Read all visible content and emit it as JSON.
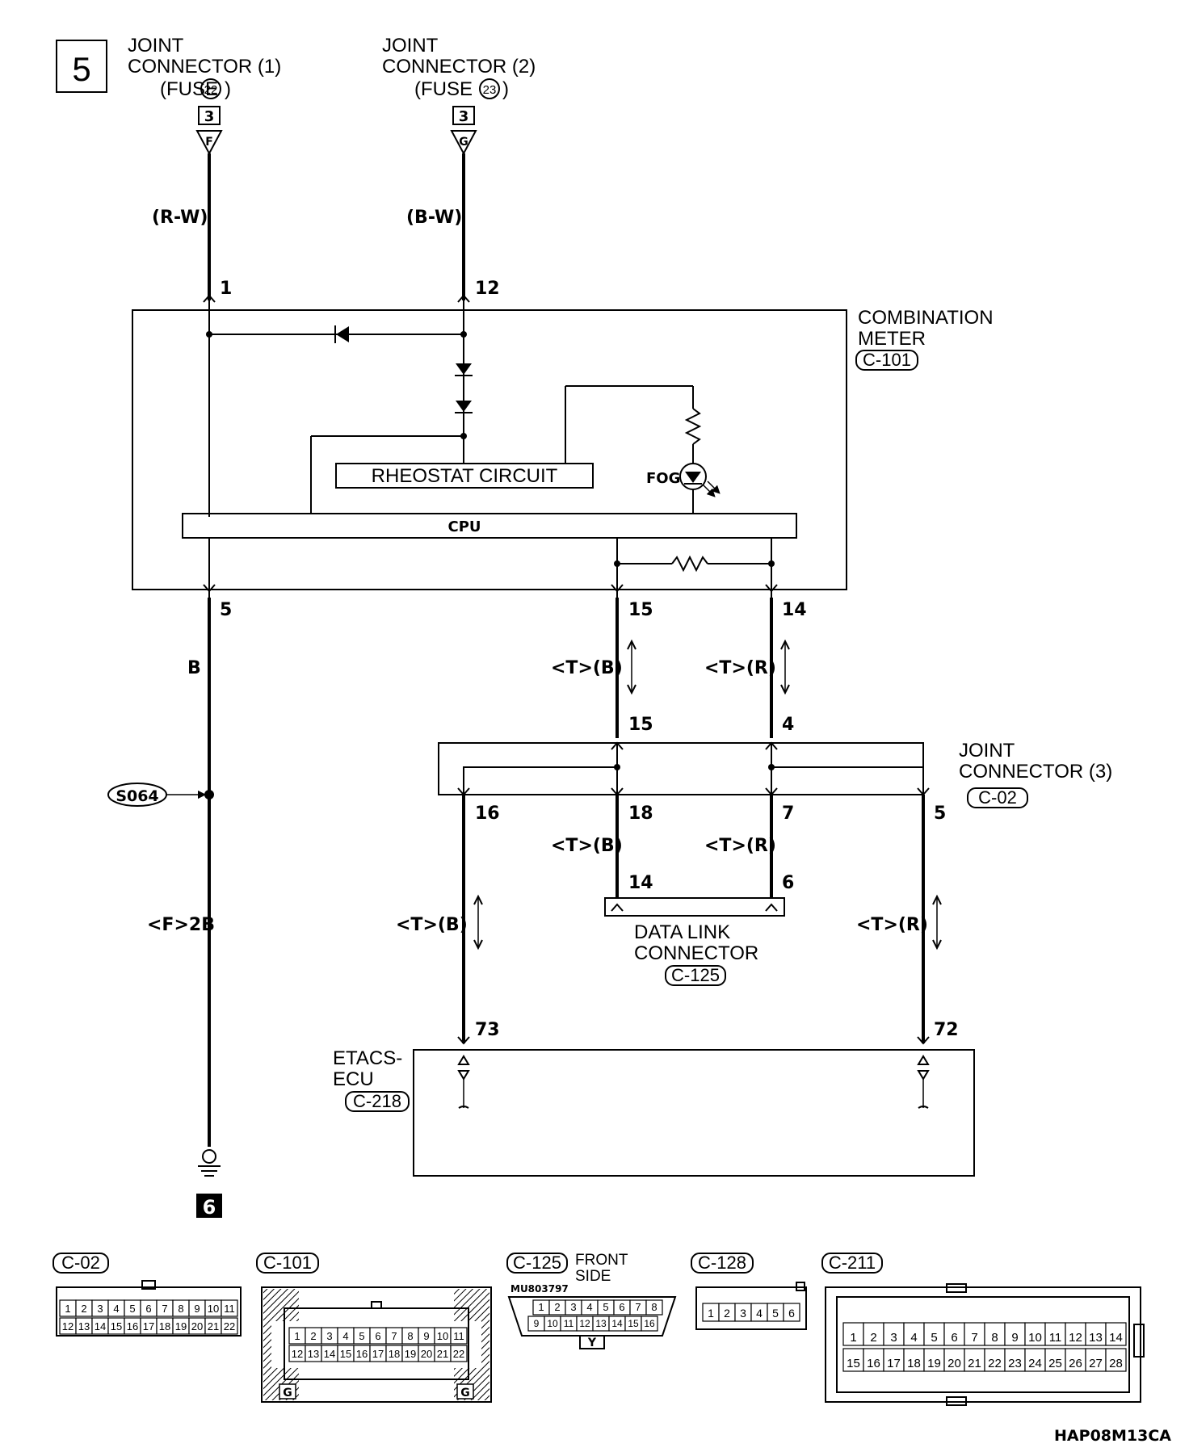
{
  "page": {
    "number": "5",
    "continuation": "6",
    "code": "HAP08M13CA"
  },
  "sources": {
    "jc1": {
      "line1": "JOINT",
      "line2": "CONNECTOR (1)",
      "line3": "(FUSE",
      "fuse": "22",
      "pin": "3",
      "term": "F",
      "wire": "(R-W)"
    },
    "jc2": {
      "line1": "JOINT",
      "line2": "CONNECTOR (2)",
      "line3": "(FUSE",
      "fuse": "23",
      "pin": "3",
      "term": "G",
      "wire": "(B-W)"
    }
  },
  "meter": {
    "line1": "COMBINATION",
    "line2": "METER",
    "id": "C-101",
    "rheostat": "RHEOSTAT CIRCUIT",
    "fog": "FOG",
    "cpu": "CPU",
    "pins": {
      "p1": "1",
      "p12": "12",
      "p5": "5",
      "p15": "15",
      "p14": "14"
    }
  },
  "ground_wire": {
    "color": "B",
    "splice": "S064",
    "wire2": "<F>2B"
  },
  "jc3": {
    "line1": "JOINT",
    "line2": "CONNECTOR (3)",
    "id": "C-02",
    "pins": {
      "in15": "15",
      "in4": "4",
      "o16": "16",
      "o18": "18",
      "o7": "7",
      "o5": "5"
    }
  },
  "wires": {
    "tb": "<T>(B)",
    "tr": "<T>(R)"
  },
  "dlc": {
    "line1": "DATA LINK",
    "line2": "CONNECTOR",
    "id": "C-125",
    "p14": "14",
    "p6": "6"
  },
  "etacs": {
    "line1": "ETACS-",
    "line2": "ECU",
    "id": "C-218",
    "p73": "73",
    "p72": "72"
  },
  "connectors": {
    "c02": {
      "label": "C-02",
      "row1": [
        "1",
        "2",
        "3",
        "4",
        "5",
        "6",
        "7",
        "8",
        "9",
        "10",
        "11"
      ],
      "row2": [
        "12",
        "13",
        "14",
        "15",
        "16",
        "17",
        "18",
        "19",
        "20",
        "21",
        "22"
      ]
    },
    "c101": {
      "label": "C-101",
      "row1": [
        "1",
        "2",
        "3",
        "4",
        "5",
        "6",
        "7",
        "8",
        "9",
        "10",
        "11"
      ],
      "row2": [
        "12",
        "13",
        "14",
        "15",
        "16",
        "17",
        "18",
        "19",
        "20",
        "21",
        "22"
      ],
      "key": "G"
    },
    "c125": {
      "label": "C-125",
      "side1": "FRONT",
      "side2": "SIDE",
      "part": "MU803797",
      "row1": [
        "1",
        "2",
        "3",
        "4",
        "5",
        "6",
        "7",
        "8"
      ],
      "row2": [
        "9",
        "10",
        "11",
        "12",
        "13",
        "14",
        "15",
        "16"
      ],
      "key": "Y"
    },
    "c128": {
      "label": "C-128",
      "row1": [
        "1",
        "2",
        "3",
        "4",
        "5",
        "6"
      ]
    },
    "c211": {
      "label": "C-211",
      "row1": [
        "1",
        "2",
        "3",
        "4",
        "5",
        "6",
        "7",
        "8",
        "9",
        "10",
        "11",
        "12",
        "13",
        "14"
      ],
      "row2": [
        "15",
        "16",
        "17",
        "18",
        "19",
        "20",
        "21",
        "22",
        "23",
        "24",
        "25",
        "26",
        "27",
        "28"
      ]
    }
  }
}
